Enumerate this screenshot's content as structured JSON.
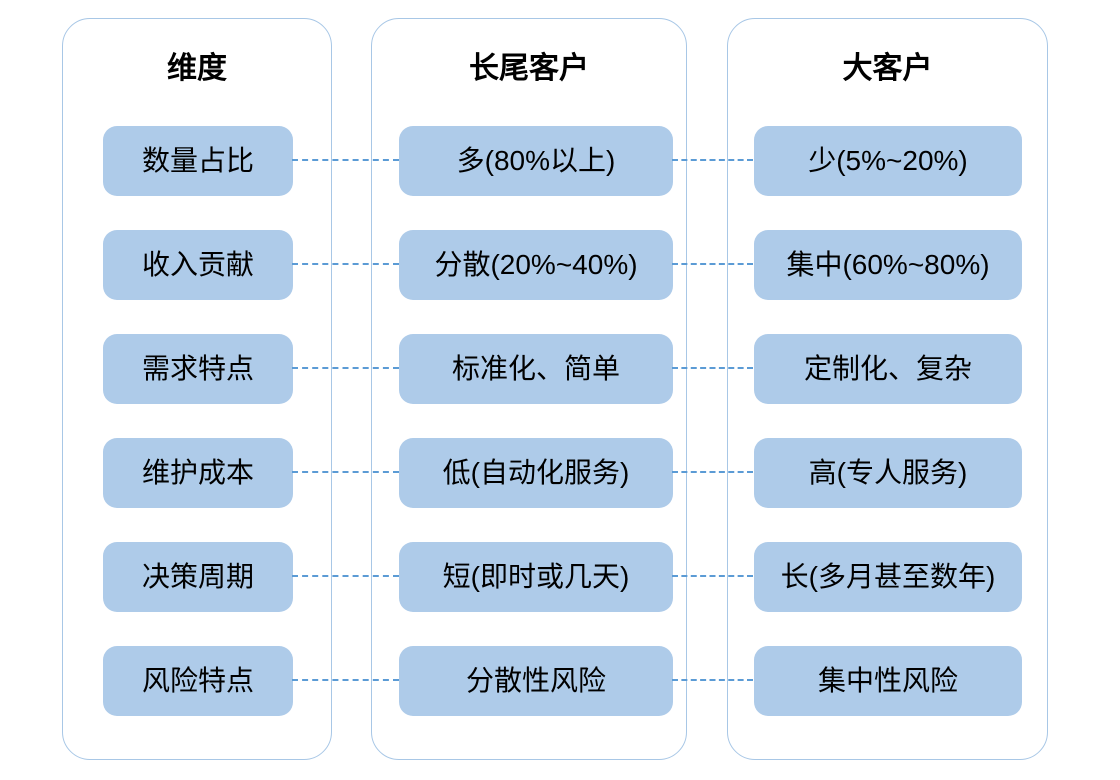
{
  "diagram": {
    "columns": [
      {
        "title": "维度"
      },
      {
        "title": "长尾客户"
      },
      {
        "title": "大客户"
      }
    ],
    "rows": [
      {
        "dimension": "数量占比",
        "longtail": "多(80%以上)",
        "key_account": "少(5%~20%)"
      },
      {
        "dimension": "收入贡献",
        "longtail": "分散(20%~40%)",
        "key_account": "集中(60%~80%)"
      },
      {
        "dimension": "需求特点",
        "longtail": "标准化、简单",
        "key_account": "定制化、复杂"
      },
      {
        "dimension": "维护成本",
        "longtail": "低(自动化服务)",
        "key_account": "高(专人服务)"
      },
      {
        "dimension": "决策周期",
        "longtail": "短(即时或几天)",
        "key_account": "长(多月甚至数年)"
      },
      {
        "dimension": "风险特点",
        "longtail": "分散性风险",
        "key_account": "集中性风险"
      }
    ],
    "colors": {
      "box_fill": "#AECBE9",
      "container_border": "#A8C7E6",
      "connector": "#5B9BD5",
      "text": "#000000"
    }
  }
}
